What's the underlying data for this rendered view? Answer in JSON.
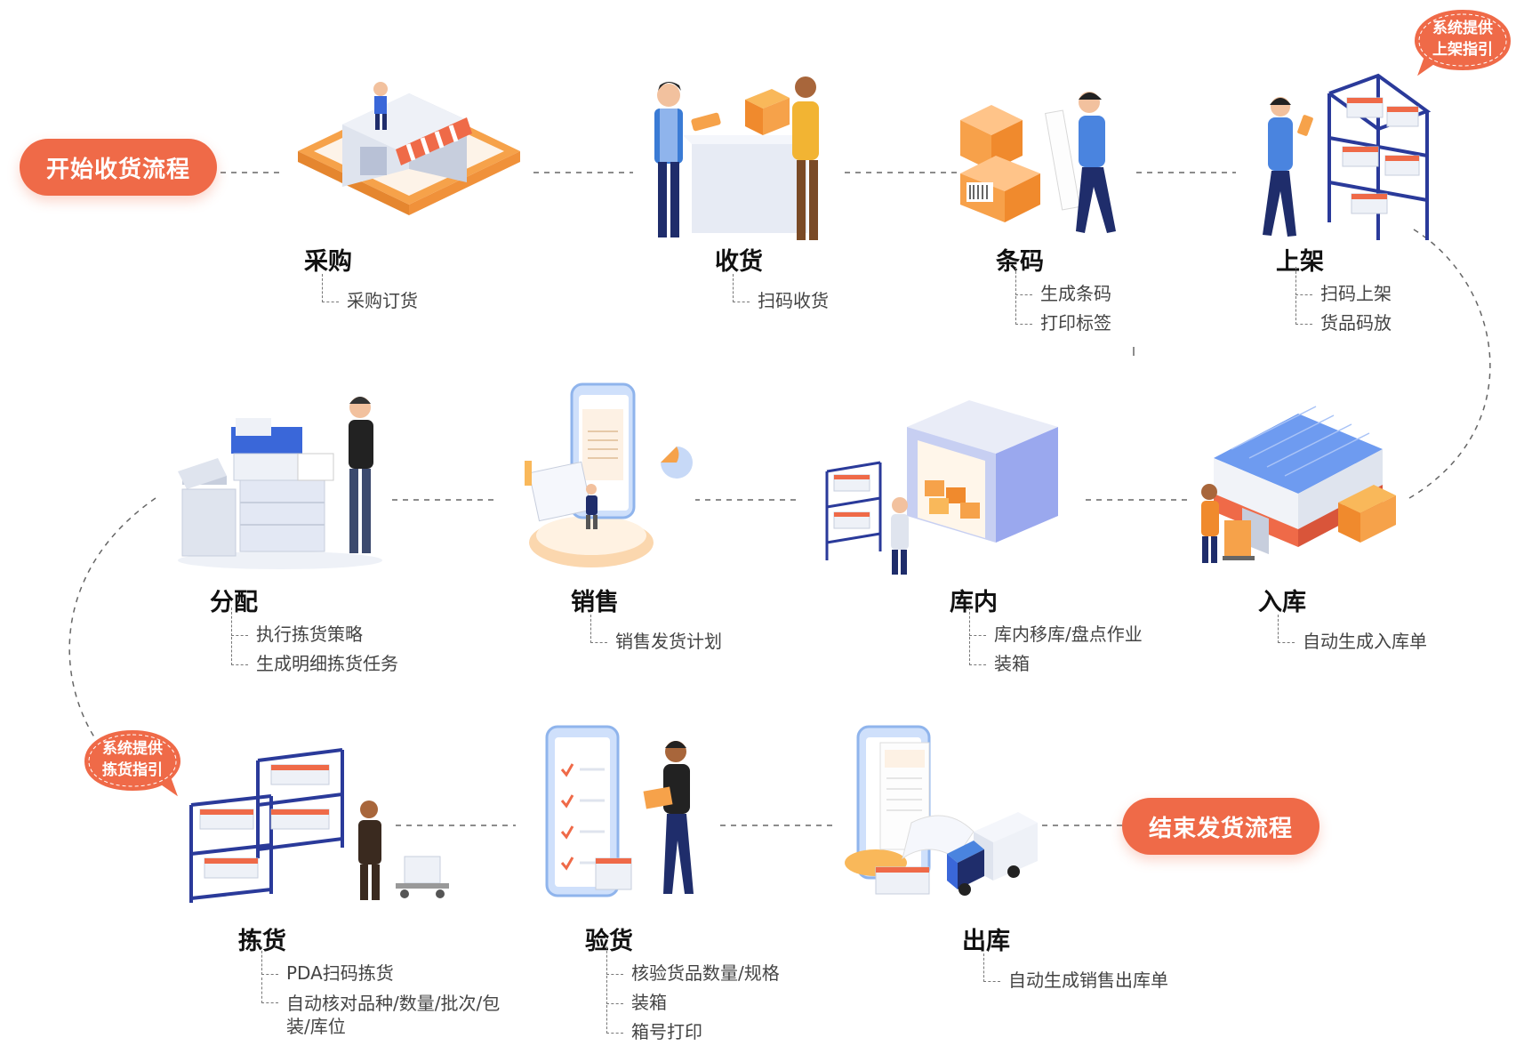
{
  "start_label": "开始收货流程",
  "end_label": "结束发货流程",
  "bubbles": [
    {
      "text": "系统提供上架指引",
      "line1": "系统提供",
      "line2": "上架指引"
    },
    {
      "text": "系统提供拣货指引",
      "line1": "系统提供",
      "line2": "拣货指引"
    }
  ],
  "steps": [
    {
      "title": "采购",
      "subs": [
        "采购订货"
      ]
    },
    {
      "title": "收货",
      "subs": [
        "扫码收货"
      ]
    },
    {
      "title": "条码",
      "subs": [
        "生成条码",
        "打印标签"
      ]
    },
    {
      "title": "上架",
      "subs": [
        "扫码上架",
        "货品码放"
      ]
    },
    {
      "title": "入库",
      "subs": [
        "自动生成入库单"
      ]
    },
    {
      "title": "库内",
      "subs": [
        "库内移库/盘点作业",
        "装箱"
      ]
    },
    {
      "title": "销售",
      "subs": [
        "销售发货计划"
      ]
    },
    {
      "title": "分配",
      "subs": [
        "执行拣货策略",
        "生成明细拣货任务"
      ]
    },
    {
      "title": "拣货",
      "subs": [
        "PDA扫码拣货",
        "自动核对品种/数量/批次/包装/库位"
      ]
    },
    {
      "title": "验货",
      "subs": [
        "核验货品数量/规格",
        "装箱",
        "箱号打印"
      ]
    },
    {
      "title": "出库",
      "subs": [
        "自动生成销售出库单"
      ]
    }
  ],
  "colors": {
    "accent": "#ef6a48",
    "blue": "#5b7fe8",
    "navy": "#1f2d6b",
    "orange": "#f7a14a",
    "text": "#222222"
  },
  "icons": [
    "store-tablet-icon",
    "reception-desk-icon",
    "barcode-boxes-icon",
    "shelf-scan-icon",
    "warehouse-building-icon",
    "loading-dock-icon",
    "sales-document-icon",
    "printer-workstation-icon",
    "picking-racks-icon",
    "checklist-tablet-icon",
    "outbound-truck-icon"
  ]
}
